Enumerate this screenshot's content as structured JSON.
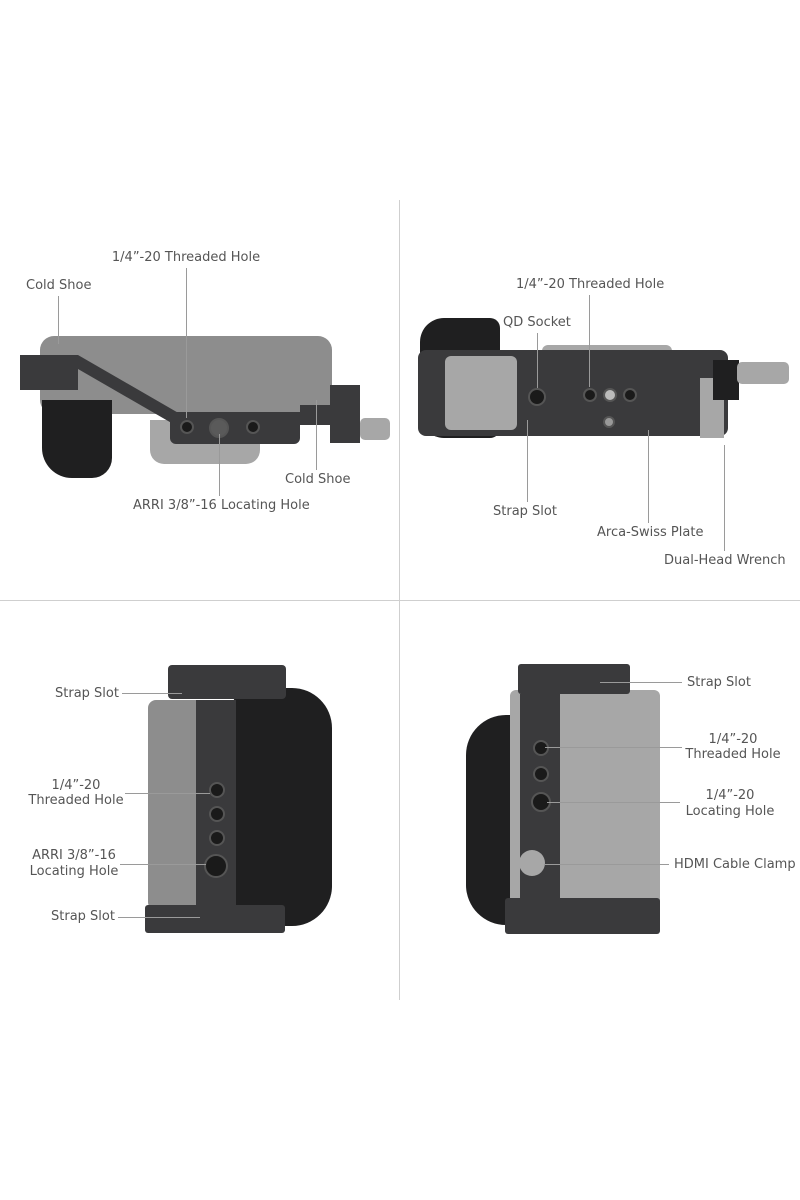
{
  "panels": {
    "top_view": {
      "labels": {
        "cold_shoe_left": "Cold Shoe",
        "threaded_hole": "1/4”-20 Threaded Hole",
        "cold_shoe_right": "Cold Shoe",
        "arri_hole": "ARRI 3/8”-16 Locating Hole"
      }
    },
    "bottom_view": {
      "labels": {
        "threaded_hole": "1/4”-20 Threaded Hole",
        "qd_socket": "QD Socket",
        "strap_slot": "Strap Slot",
        "arca_plate": "Arca-Swiss Plate",
        "wrench": "Dual-Head Wrench"
      }
    },
    "left_side": {
      "labels": {
        "strap_slot_top": "Strap Slot",
        "threaded_hole_1": "1/4”-20",
        "threaded_hole_2": "Threaded Hole",
        "arri_1": "ARRI 3/8”-16",
        "arri_2": "Locating Hole",
        "strap_slot_bottom": "Strap Slot"
      }
    },
    "right_side": {
      "labels": {
        "strap_slot": "Strap Slot",
        "threaded_hole_1": "1/4”-20",
        "threaded_hole_2": "Threaded Hole",
        "locating_1": "1/4”-20",
        "locating_2": "Locating Hole",
        "hdmi_clamp": "HDMI Cable Clamp"
      }
    }
  },
  "colors": {
    "label": "#555555",
    "cage": "#3a3a3c",
    "camera": "#8d8d8d"
  }
}
